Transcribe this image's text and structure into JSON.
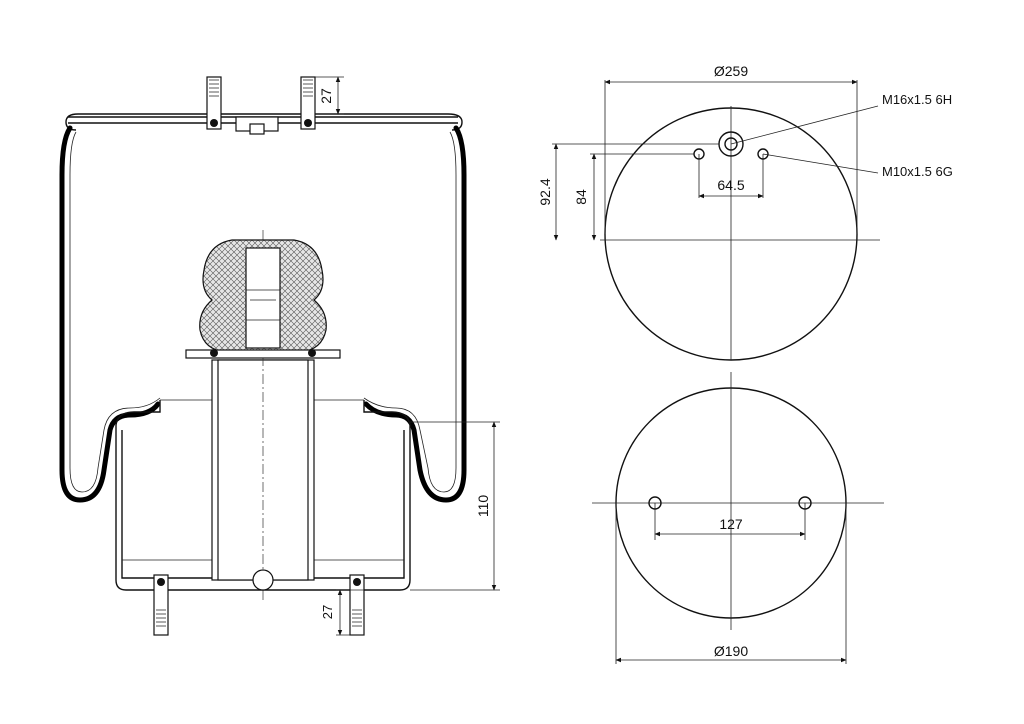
{
  "dimensions": {
    "top_diameter": "Ø259",
    "bottom_diameter": "Ø190",
    "bolt_spacing_top": "64.5",
    "bolt_spacing_bottom": "127",
    "offset_84": "84",
    "offset_92_4": "92.4",
    "stud_length_top": "27",
    "stud_length_bottom": "27",
    "piston_height": "110"
  },
  "callouts": {
    "center_thread": "M16x1.5 6H",
    "side_thread": "M10x1.5 6G"
  }
}
